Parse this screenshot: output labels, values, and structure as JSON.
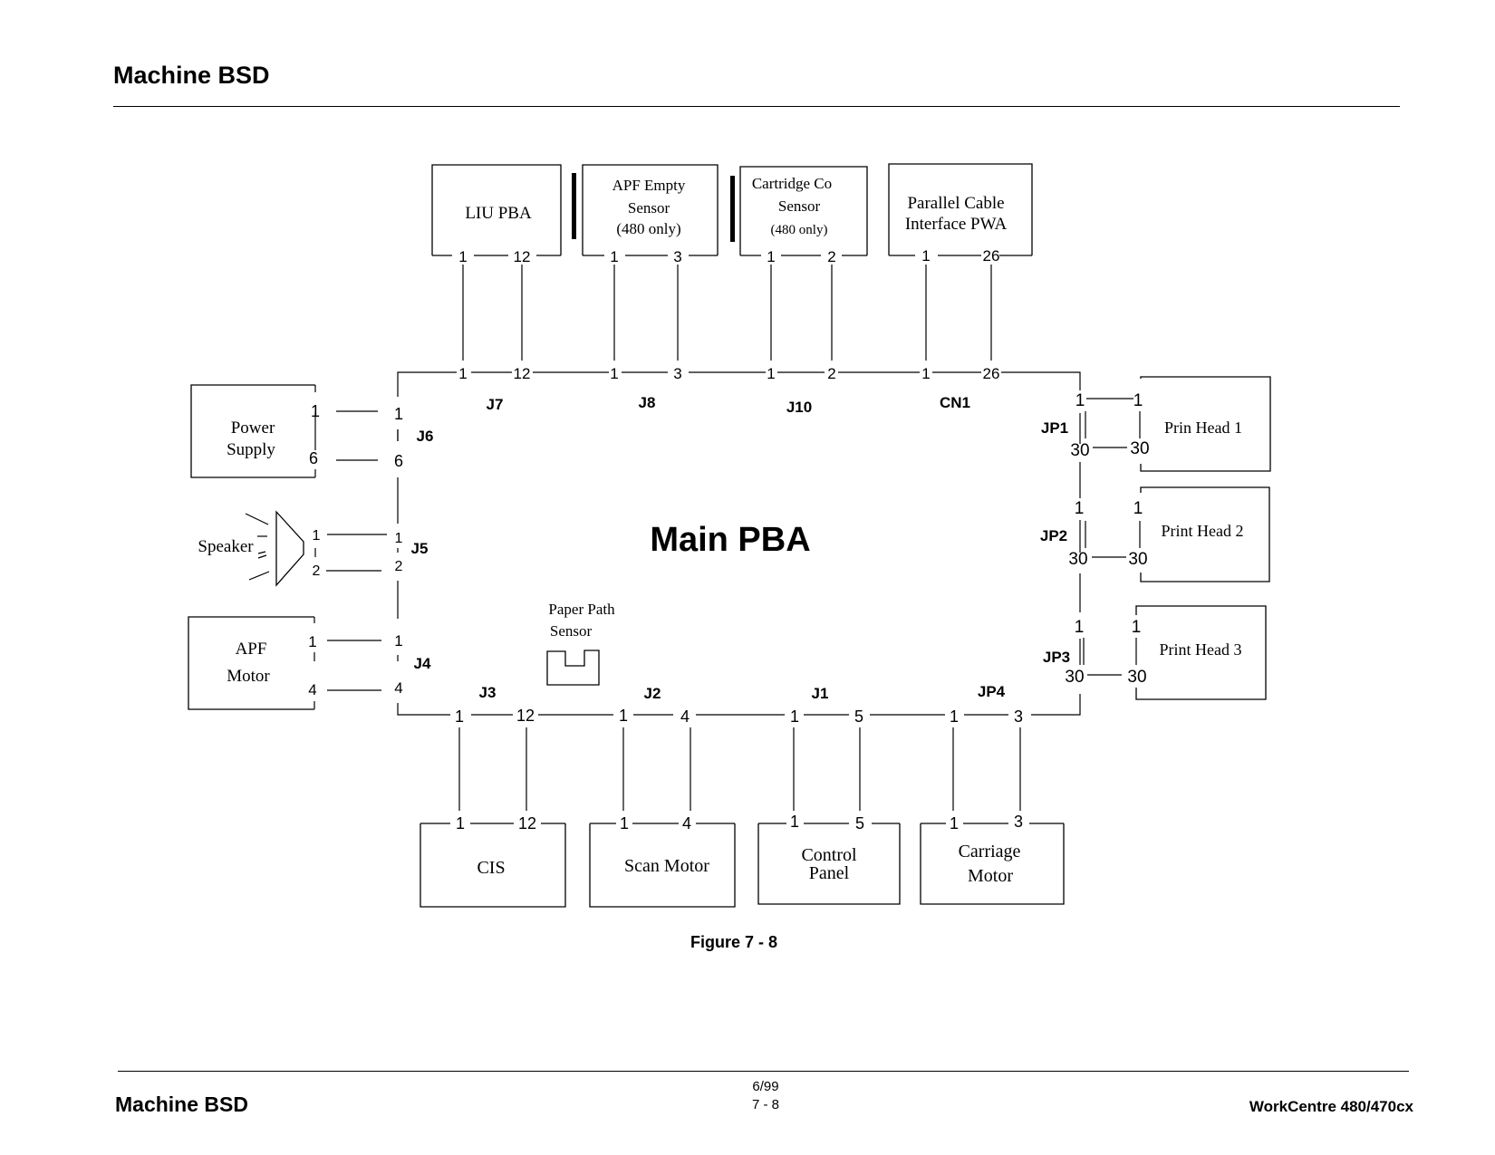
{
  "header": {
    "title": "Machine BSD"
  },
  "diagram": {
    "center": "Main PBA",
    "caption": "Figure 7 - 8",
    "top_modules": {
      "liu": [
        "LIU PBA"
      ],
      "apf_sensor": [
        "APF Empty",
        "Sensor",
        "(480 only)"
      ],
      "cart_sensor": [
        "Cartridge Co",
        "Sensor",
        "(480 only)"
      ],
      "parallel": [
        "Parallel Cable",
        "Interface PWA"
      ]
    },
    "top_pins": {
      "liu": [
        "1",
        "12"
      ],
      "apf": [
        "1",
        "3"
      ],
      "cart": [
        "1",
        "2"
      ],
      "par": [
        "1",
        "26"
      ]
    },
    "top_connectors": [
      "J7",
      "J8",
      "J10",
      "CN1"
    ],
    "left_modules": {
      "power": [
        "Power",
        "Supply"
      ],
      "speaker": "Speaker",
      "apf_motor": [
        "APF",
        "Motor"
      ]
    },
    "left_pins": {
      "j6": [
        "1",
        "6"
      ],
      "j5": [
        "1",
        "2"
      ],
      "j4": [
        "1",
        "4"
      ]
    },
    "left_connectors": [
      "J6",
      "J5",
      "J4"
    ],
    "paper_path_sensor": [
      "Paper Path",
      "Sensor"
    ],
    "right_modules": [
      "Prin Head 1",
      "Print Head 2",
      "Print Head 3"
    ],
    "right_pins": [
      "1",
      "30"
    ],
    "right_connectors": [
      "JP1",
      "JP2",
      "JP3"
    ],
    "bottom_connectors": [
      "J3",
      "J2",
      "J1",
      "JP4"
    ],
    "bottom_modules": {
      "cis": [
        "CIS"
      ],
      "scan": [
        "Scan Motor"
      ],
      "control": [
        "Control",
        "Panel"
      ],
      "carriage": [
        "Carriage",
        "Motor"
      ]
    },
    "bottom_pins": {
      "j3": [
        "1",
        "12"
      ],
      "j2": [
        "1",
        "4"
      ],
      "j1": [
        "1",
        "5"
      ],
      "jp4": [
        "1",
        "3"
      ]
    }
  },
  "footer": {
    "title": "Machine BSD",
    "date": "6/99",
    "page": "7 - 8",
    "product": "WorkCentre 480/470cx"
  }
}
